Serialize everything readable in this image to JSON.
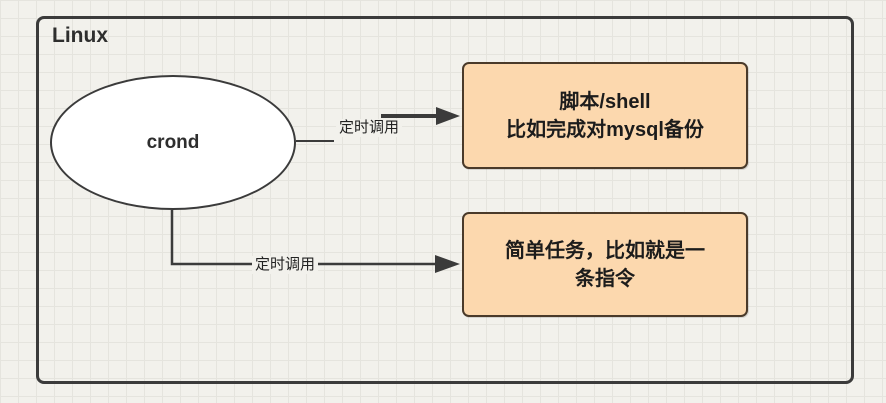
{
  "diagram": {
    "container_label": "Linux",
    "node": {
      "label": "crond"
    },
    "edges": {
      "top": {
        "label": "定时调用"
      },
      "bottom": {
        "label": "定时调用"
      }
    },
    "boxes": {
      "top": {
        "line1": "脚本/shell",
        "line2": "比如完成对mysql备份"
      },
      "bottom": {
        "line1": "简单任务，比如就是一",
        "line2": "条指令"
      }
    },
    "colors": {
      "box_fill": "#fcd8ae",
      "stroke": "#3b3b3b",
      "canvas_background": "#f2f1ec"
    }
  }
}
